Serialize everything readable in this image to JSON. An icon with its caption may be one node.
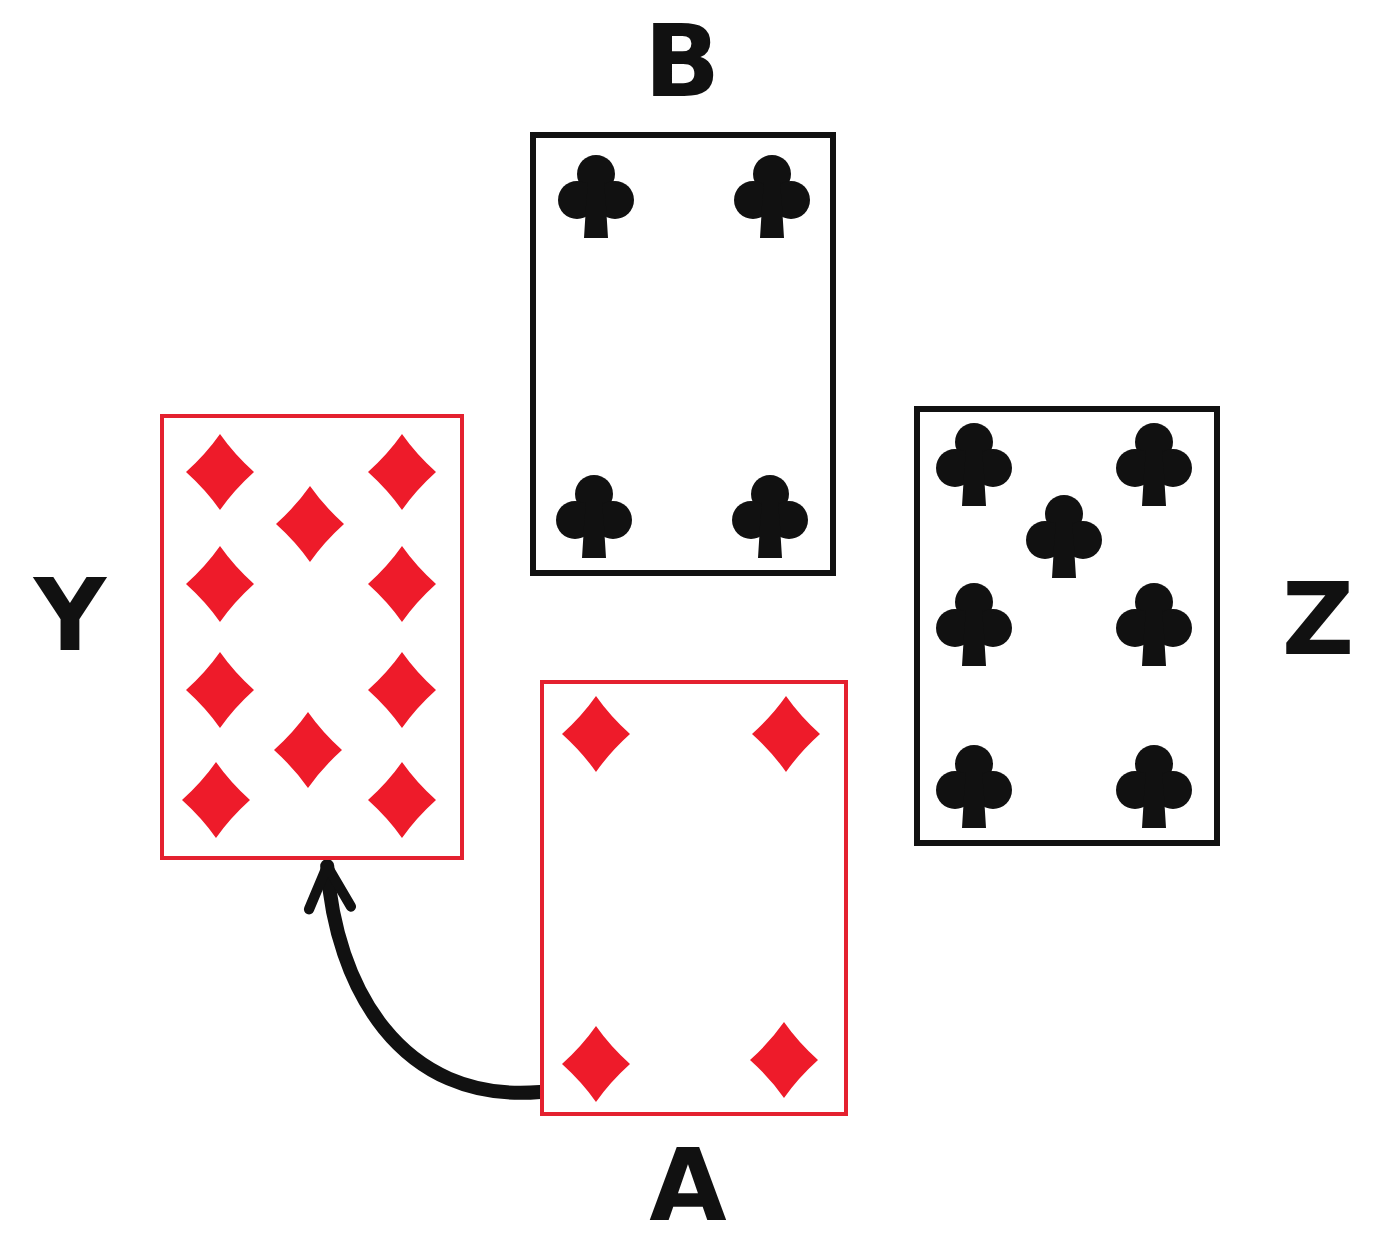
{
  "diagram": {
    "nodes": [
      {
        "text": [],
        "shape": "box",
        "beside": [
          "B"
        ]
      },
      {
        "text": [],
        "shape": "box",
        "beside": [
          "Y"
        ]
      },
      {
        "text": [],
        "shape": "box",
        "beside": [
          "Z"
        ]
      },
      {
        "text": [],
        "shape": "box",
        "beside": [
          "A"
        ]
      }
    ],
    "edges": [
      {
        "from": 3,
        "to": 1,
        "arrow": "to"
      }
    ]
  }
}
